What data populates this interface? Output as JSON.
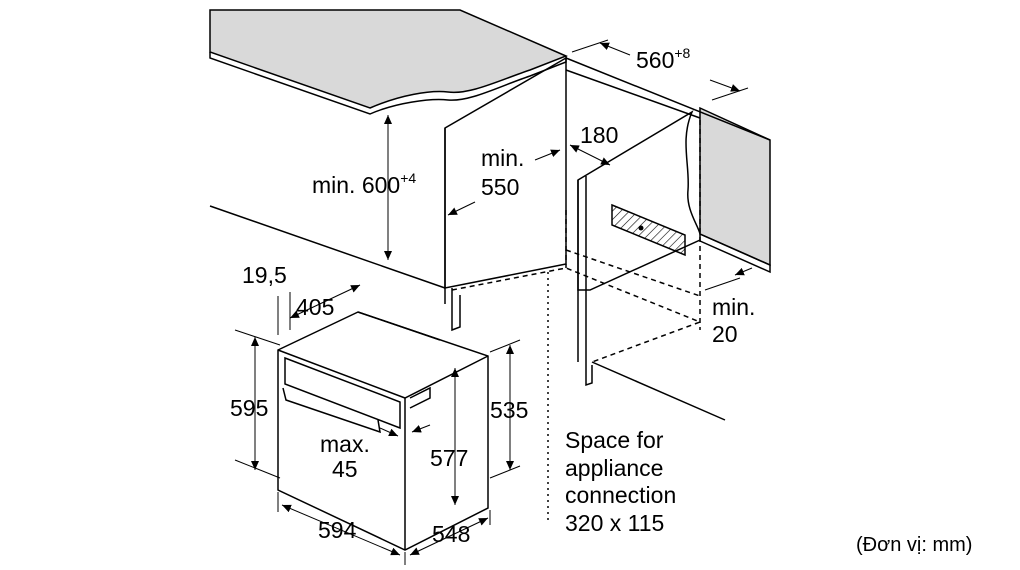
{
  "labels": {
    "width_560": "560",
    "width_560_sup": "+8",
    "depth_180": "180",
    "min550_a": "min.",
    "min550_b": "550",
    "min600": "min. 600",
    "min600_sup": "+4",
    "min20_a": "min.",
    "min20_b": "20",
    "d19_5": "19,5",
    "d405": "405",
    "d595": "595",
    "d535": "535",
    "max45_a": "max.",
    "max45_b": "45",
    "d577": "577",
    "d594": "594",
    "d548": "548",
    "space_1": "Space for",
    "space_2": "appliance",
    "space_3": "connection",
    "space_4": "320 x 115",
    "unit": "(Đơn vị: mm)"
  },
  "colors": {
    "countertop": "#d9d9d9",
    "line": "#000000",
    "background": "#ffffff"
  }
}
